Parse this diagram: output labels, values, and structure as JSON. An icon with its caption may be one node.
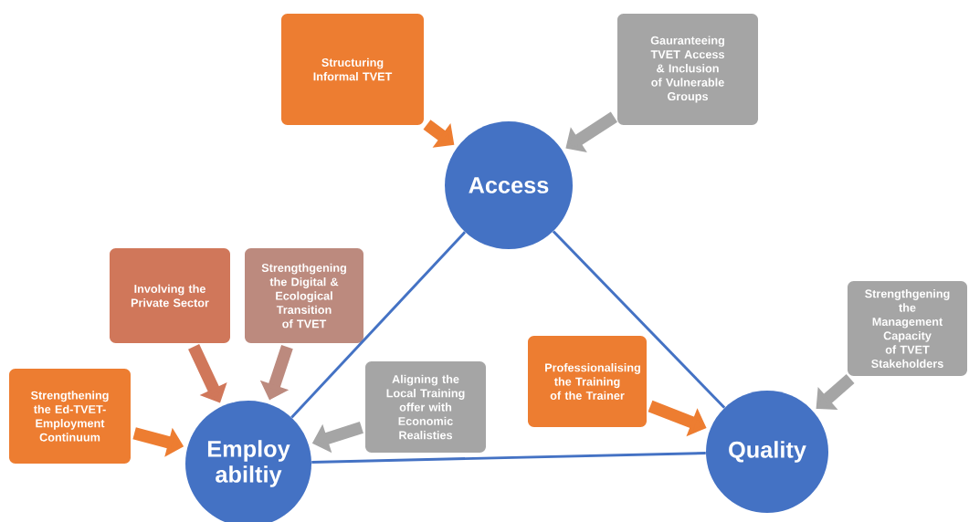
{
  "diagram": {
    "nodes": [
      {
        "text": [
          "Access"
        ]
      },
      {
        "text": [
          "Employ abiltiy"
        ]
      },
      {
        "text": [
          "Quality"
        ]
      },
      {
        "text": [
          "Structuring Informal TVET"
        ]
      },
      {
        "text": [
          "Gauranteeing TVET Access & Inclusion of Vulnerable Groups"
        ]
      },
      {
        "text": [
          "Involving the Private Sector"
        ]
      },
      {
        "text": [
          "Strengthgening the Digital & Ecological Transition of TVET"
        ]
      },
      {
        "text": [
          "Strengthening the Ed-TVET-Employment Continuum"
        ]
      },
      {
        "text": [
          "Aligning the Local Training offer with Economic Realisties"
        ]
      },
      {
        "text": [
          "Professionalising the Training of the Trainer"
        ]
      },
      {
        "text": [
          "Strengthgening the Management Capacity of TVET Stakeholders"
        ]
      }
    ],
    "edges": [
      {
        "from": 0,
        "to": 1,
        "arrow": "none",
        "color": "#4472c4"
      },
      {
        "from": 0,
        "to": 2,
        "arrow": "none",
        "color": "#4472c4"
      },
      {
        "from": 1,
        "to": 2,
        "arrow": "none",
        "color": "#4472c4"
      },
      {
        "from": 3,
        "to": 0,
        "arrow": "to",
        "color": "#ed7d31"
      },
      {
        "from": 4,
        "to": 0,
        "arrow": "to",
        "color": "#a5a5a5"
      },
      {
        "from": 5,
        "to": 1,
        "arrow": "to",
        "color": "#d0775a"
      },
      {
        "from": 6,
        "to": 1,
        "arrow": "to",
        "color": "#bc8a7e"
      },
      {
        "from": 7,
        "to": 1,
        "arrow": "to",
        "color": "#ed7d31"
      },
      {
        "from": 8,
        "to": 1,
        "arrow": "to",
        "color": "#a5a5a5"
      },
      {
        "from": 9,
        "to": 2,
        "arrow": "to",
        "color": "#ed7d31"
      },
      {
        "from": 10,
        "to": 2,
        "arrow": "to",
        "color": "#a5a5a5"
      }
    ]
  }
}
